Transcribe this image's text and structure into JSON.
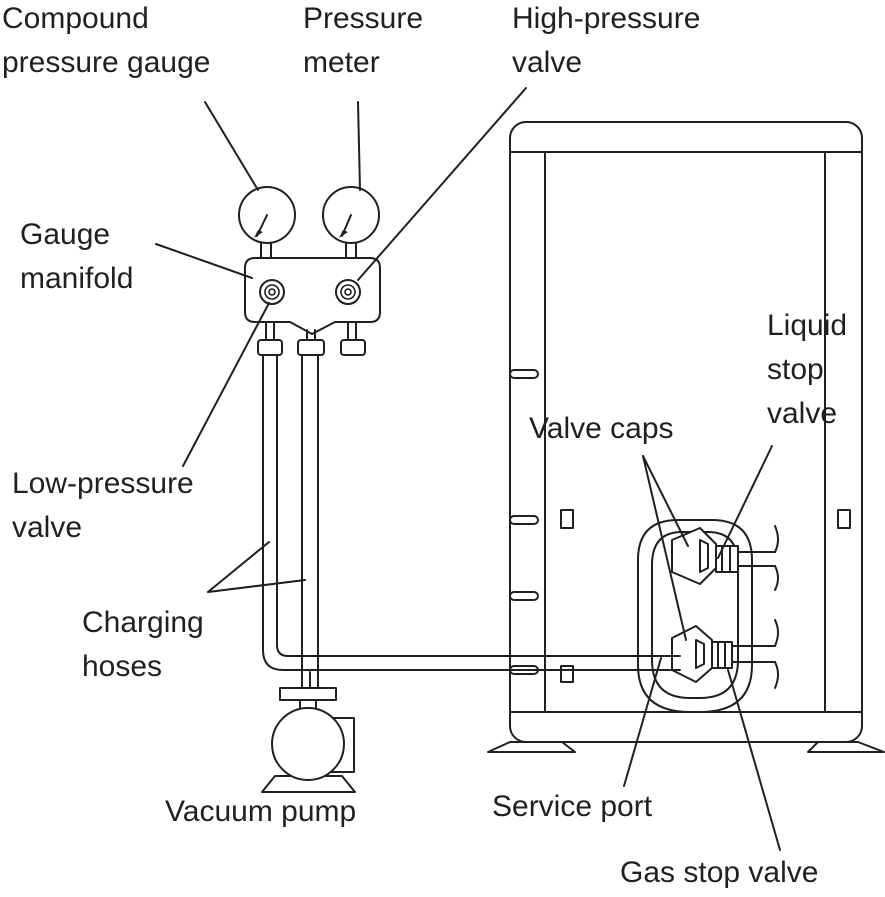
{
  "labels": {
    "compound_gauge": [
      "Compound",
      "pressure gauge"
    ],
    "pressure_meter": [
      "Pressure",
      "meter"
    ],
    "high_pressure_valve": [
      "High-pressure",
      "valve"
    ],
    "gauge_manifold": [
      "Gauge",
      "manifold"
    ],
    "liquid_stop_valve": [
      "Liquid",
      "stop",
      "valve"
    ],
    "valve_caps": "Valve caps",
    "low_pressure_valve": [
      "Low-pressure",
      "valve"
    ],
    "charging_hoses": [
      "Charging",
      "hoses"
    ],
    "vacuum_pump": "Vacuum pump",
    "service_port": "Service port",
    "gas_stop_valve": "Gas stop valve"
  },
  "colors": {
    "line": "#231f20",
    "background": "#ffffff"
  }
}
